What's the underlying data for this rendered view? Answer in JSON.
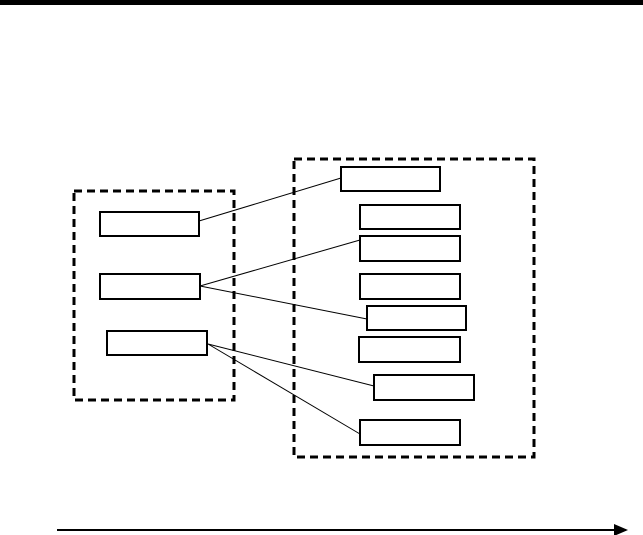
{
  "diagram": {
    "stroke_color": "#000000",
    "background_color": "#ffffff",
    "left_group": {
      "boxes": [
        {
          "label": ""
        },
        {
          "label": ""
        },
        {
          "label": ""
        }
      ]
    },
    "right_group": {
      "boxes": [
        {
          "label": ""
        },
        {
          "label": ""
        },
        {
          "label": ""
        },
        {
          "label": ""
        },
        {
          "label": ""
        },
        {
          "label": ""
        },
        {
          "label": ""
        },
        {
          "label": ""
        }
      ]
    },
    "connections": [
      {
        "from": "left-1",
        "to": "right-1"
      },
      {
        "from": "left-2",
        "to": "right-3"
      },
      {
        "from": "left-2",
        "to": "right-5"
      },
      {
        "from": "left-3",
        "to": "right-7"
      },
      {
        "from": "left-3",
        "to": "right-8"
      }
    ]
  }
}
